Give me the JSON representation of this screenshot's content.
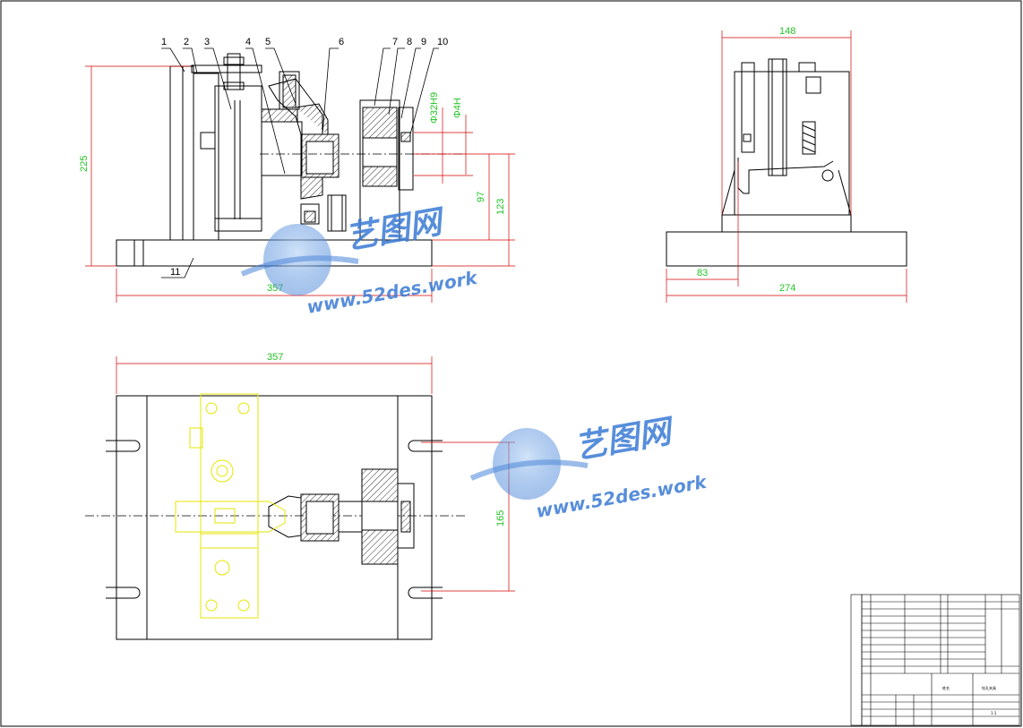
{
  "front_view": {
    "part_labels": [
      "1",
      "2",
      "3",
      "4",
      "5",
      "6",
      "7",
      "8",
      "9",
      "10",
      "11"
    ],
    "dims": {
      "height": "225",
      "width": "357",
      "h97": "97",
      "h123": "123",
      "d32": "Φ32H9",
      "d4": "Φ4H"
    }
  },
  "side_view": {
    "dims": {
      "width_top": "148",
      "offset": "83",
      "width_bottom": "274"
    }
  },
  "plan_view": {
    "dims": {
      "width": "357",
      "height": "165"
    }
  },
  "watermark": {
    "brand": "艺图网",
    "url": "www.52des.work"
  },
  "title_block": {
    "designer_label": "姓名",
    "drawing_title": "钻孔夹具",
    "scale": "1:1"
  },
  "colors": {
    "line": "#000000",
    "dimension": "#22c322",
    "highlight": "#e6e600",
    "watermark": "#3a7bd5"
  }
}
